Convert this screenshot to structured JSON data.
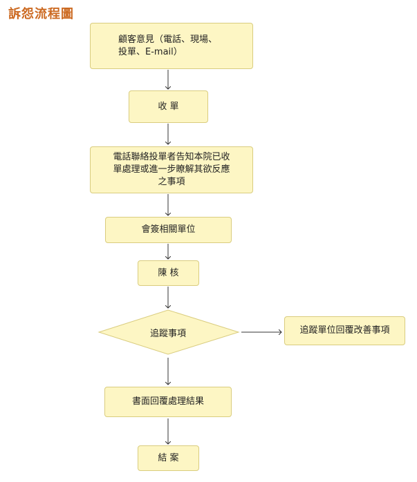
{
  "title": "訴怨流程圖",
  "steps": {
    "s1": "顧客意見（電話、現場、\n投單、E-mail）",
    "s2": "收 單",
    "s3": "電話聯絡投單者告知本院已收\n單處理或進一步瞭解其欲反應\n之事項",
    "s4": "會簽相關單位",
    "s5": "陳 核",
    "s6": "追蹤事項",
    "s6b": "追蹤單位回覆改善事項",
    "s7": "書面回覆處理結果",
    "s8": "結 案"
  },
  "colors": {
    "title": "#cc6a22",
    "box_fill": "#fdf6c4",
    "box_border": "#d9cc7e",
    "arrow": "#333333"
  }
}
